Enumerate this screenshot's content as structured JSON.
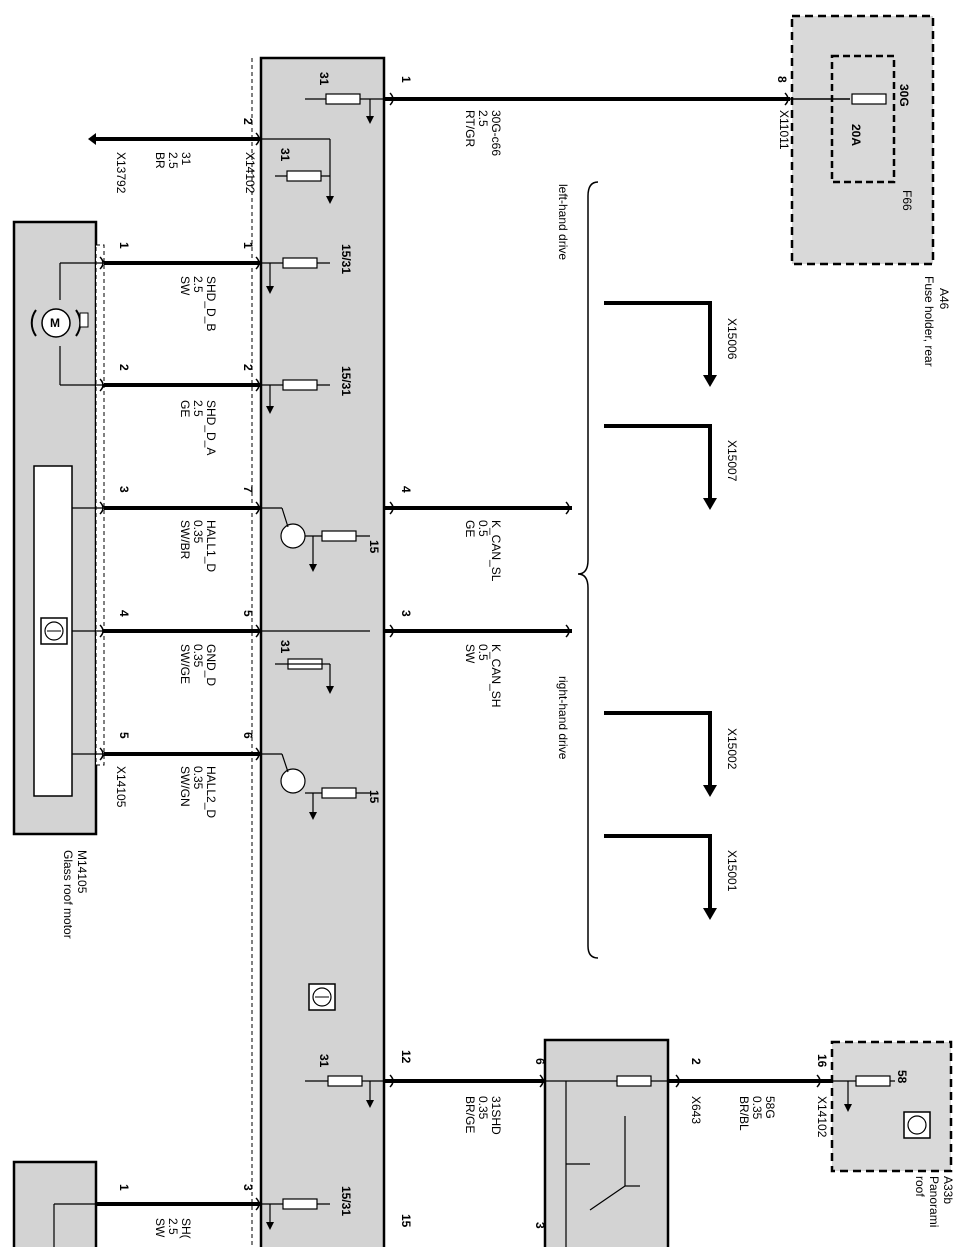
{
  "modules": {
    "a46": {
      "code": "A46",
      "name": "Fuse holder, rear"
    },
    "f66": {
      "code": "F66",
      "rating": "20A",
      "terminal": "30G"
    },
    "m14105": {
      "code": "M14105",
      "name": "Glass roof motor"
    },
    "a33b": {
      "code": "A33b",
      "name": "Panorami roof",
      "line1": "Panorami",
      "line2": "roof",
      "terminal": "58"
    }
  },
  "connectors": {
    "x11011": "X11011",
    "x14102_a": "X14102",
    "x14102_b": "X14102",
    "x13792": "X13792",
    "x14105": "X14105",
    "x643": "X643",
    "x15006": "X15006",
    "x15007": "X15007",
    "x15002": "X15002",
    "x15001": "X15001"
  },
  "notes": {
    "lhd": "left-hand drive",
    "rhd": "right-hand drive"
  },
  "pins": {
    "fuse_out": "8",
    "ctrl_top": "1",
    "ground_ctrl": "2",
    "motor_1": "1",
    "ctrl_1": "1",
    "motor_2": "2",
    "ctrl_2": "2",
    "motor_3": "3",
    "ctrl_7": "7",
    "can_4": "4",
    "motor_4": "4",
    "ctrl_5": "5",
    "can_3": "3",
    "motor_5": "5",
    "ctrl_6": "6",
    "ctrl_12": "12",
    "sw_6": "6",
    "sw_2": "2",
    "roof_16": "16",
    "bottom_motor_1": "1",
    "bottom_ctrl_3": "3",
    "bottom_ctrl_15": "15",
    "bottom_sw_3": "3"
  },
  "wires": {
    "w30g": {
      "name": "30G-c66",
      "size": "2.5",
      "color": "RT/GR"
    },
    "w31": {
      "name": "31",
      "size": "2.5",
      "color": "BR"
    },
    "shd_b": {
      "name": "SHD_D_B",
      "size": "2.5",
      "color": "SW"
    },
    "shd_a": {
      "name": "SHD_D_A",
      "size": "2.5",
      "color": "GE"
    },
    "hall1": {
      "name": "HALL1_D",
      "size": "0.35",
      "color": "SW/BR"
    },
    "gnd": {
      "name": "GND_D",
      "size": "0.35",
      "color": "SW/GE"
    },
    "hall2": {
      "name": "HALL2_D",
      "size": "0.35",
      "color": "SW/GN"
    },
    "can_l": {
      "name": "K_CAN_SL",
      "size": "0.5",
      "color": "GE"
    },
    "can_h": {
      "name": "K_CAN_SH",
      "size": "0.5",
      "color": "SW"
    },
    "s31shd": {
      "name": "31SHD",
      "size": "0.35",
      "color": "BR/GE"
    },
    "s58g": {
      "name": "58G",
      "size": "0.35",
      "color": "BR/BL"
    },
    "sh_partial": {
      "name": "SH(",
      "size": "2.5",
      "color": "SW"
    }
  },
  "terminals": {
    "t31_a": "31",
    "t31_b": "31",
    "t1531_a": "15/31",
    "t1531_b": "15/31",
    "t15_a": "15",
    "t31_c": "31",
    "t15_b": "15",
    "t31_d": "31",
    "t1531_c": "15/31"
  },
  "icons": [
    "motor-icon",
    "hall-sensor-icon",
    "controller-icon",
    "fuse-icon",
    "ground-icon",
    "transistor-icon",
    "resistor-icon",
    "switch-icon",
    "arrow-down-icon"
  ]
}
